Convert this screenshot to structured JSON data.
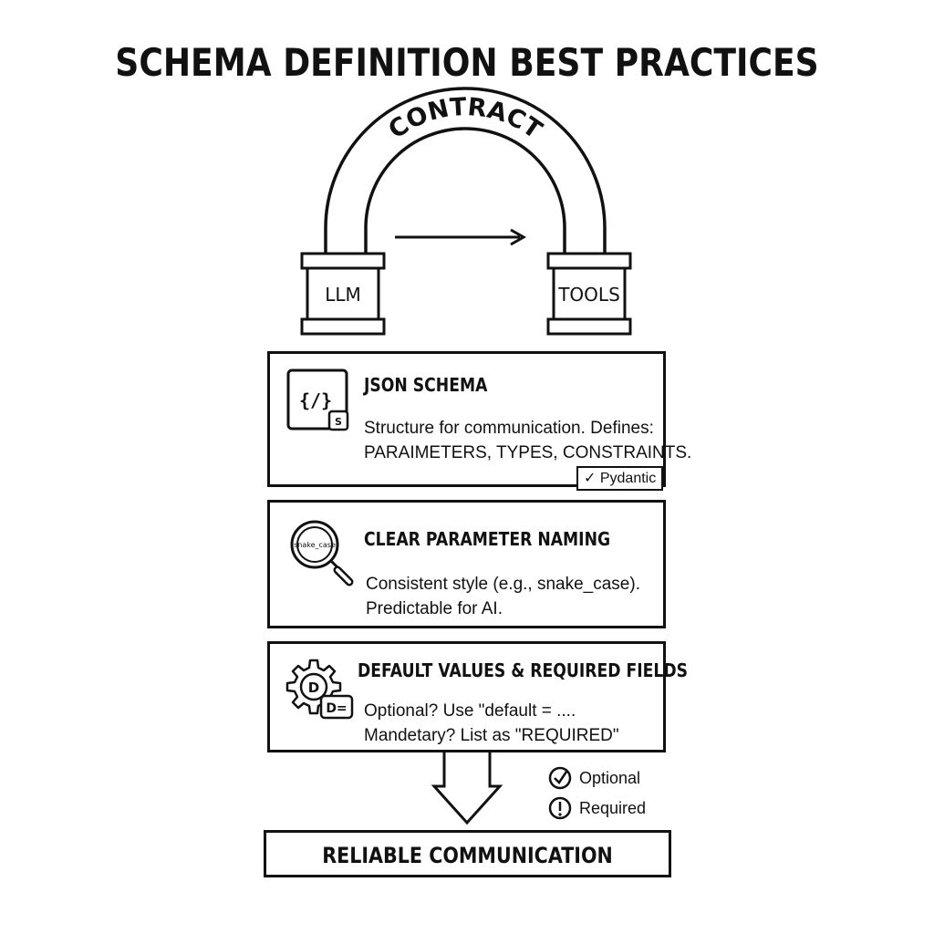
{
  "title": "SCHEMA DEFINITION BEST PRACTICES",
  "bridge": {
    "arch_label": "CONTRACT",
    "left_pillar": "LLM",
    "right_pillar": "TOOLS"
  },
  "cards": [
    {
      "title": "JSON SCHEMA",
      "line1": "Structure for communication. Defines:",
      "line2": "PARAIMETERS, TYPES, CONSTRAINTS.",
      "icon_text": "{/}",
      "icon_badge": "S",
      "badge": "✓ Pydantic",
      "icon": "code-file-icon"
    },
    {
      "title": "CLEAR PARAMETER NAMING",
      "line1": "Consistent style (e.g., snake_case).",
      "line2": "Predictable for AI.",
      "icon_text": "snake_case",
      "icon": "magnifier-icon"
    },
    {
      "title": "DEFAULT VALUES & REQUIRED FIELDS",
      "line1": "Optional? Use \"default = ....",
      "line2": "Mandetary? List as \"REQUIRED\"",
      "icon_text_a": "D",
      "icon_text_b": "D=",
      "icon": "gear-icon"
    }
  ],
  "legend": {
    "optional": "Optional",
    "required": "Required"
  },
  "result": "RELIABLE COMMUNICATION"
}
